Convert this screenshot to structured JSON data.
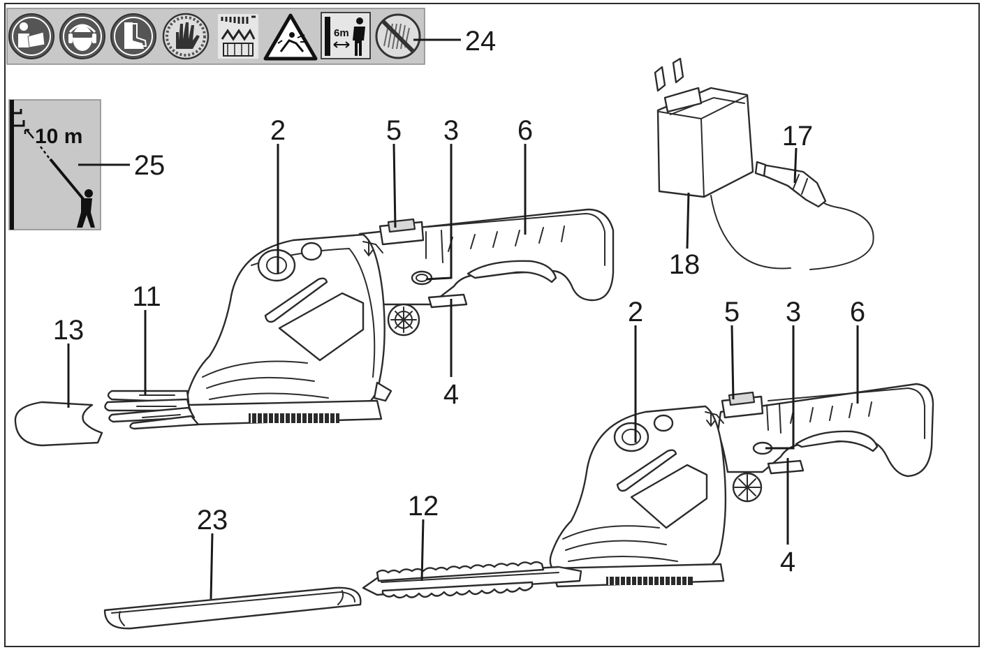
{
  "diagram": {
    "labels": {
      "l2a": "2",
      "l5a": "5",
      "l3a": "3",
      "l6a": "6",
      "l4a": "4",
      "l11": "11",
      "l13": "13",
      "l17": "17",
      "l18": "18",
      "l2b": "2",
      "l5b": "5",
      "l3b": "3",
      "l6b": "6",
      "l4b": "4",
      "l12": "12",
      "l23": "23",
      "l24": "24",
      "l25": "25"
    },
    "sign_texts": {
      "distance_6m": "6m",
      "distance_10m": "10 m"
    },
    "icons": [
      "read-manual-icon",
      "wear-eye-ear-protection-icon",
      "wear-safety-boots-icon",
      "wear-gloves-icon",
      "blade-hazard-icon",
      "thrown-objects-warning-icon",
      "keep-distance-icon",
      "no-rain-icon"
    ],
    "colors": {
      "ink": "#2b2b2b",
      "sign_panel": "#c8c8c8",
      "icon_fill": "#555555",
      "paper": "#ffffff"
    }
  }
}
